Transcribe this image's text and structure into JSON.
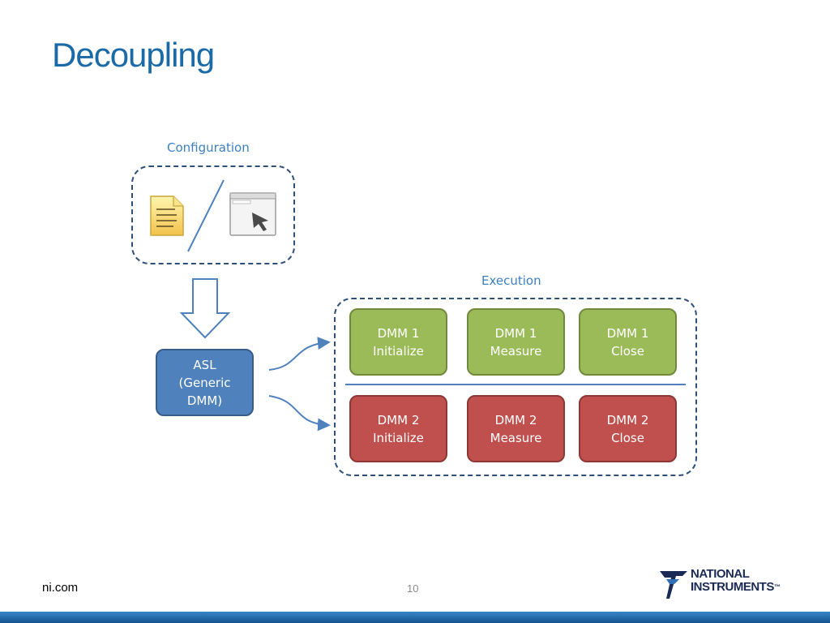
{
  "slide": {
    "title": "Decoupling",
    "footer_left": "ni.com",
    "page_number": "10"
  },
  "logo": {
    "line1": "NATIONAL",
    "line2": "INSTRUMENTS",
    "tm": "™"
  },
  "diagram": {
    "configuration_label": "Configuration",
    "execution_label": "Execution",
    "asl": {
      "line1": "ASL",
      "line2": "(Generic",
      "line3": "DMM)"
    },
    "dmm1": [
      {
        "line1": "DMM 1",
        "line2": "Initialize"
      },
      {
        "line1": "DMM 1",
        "line2": "Measure"
      },
      {
        "line1": "DMM 1",
        "line2": "Close"
      }
    ],
    "dmm2": [
      {
        "line1": "DMM 2",
        "line2": "Initialize"
      },
      {
        "line1": "DMM 2",
        "line2": "Measure"
      },
      {
        "line1": "DMM 2",
        "line2": "Close"
      }
    ]
  },
  "colors": {
    "title": "#1a6aa8",
    "dmm1": "#9bbb59",
    "dmm2": "#c0504d",
    "asl": "#4f81bd",
    "label": "#3d7fc0"
  }
}
